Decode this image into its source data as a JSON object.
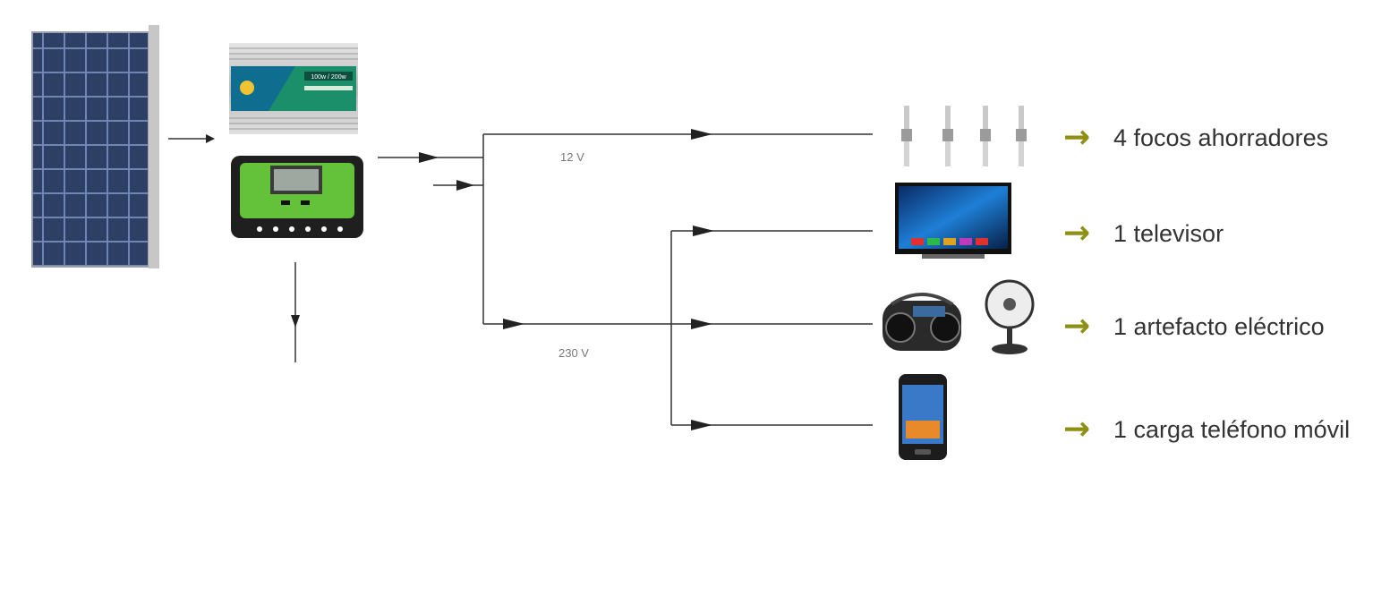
{
  "colors": {
    "arrow_accent": "#8f8f14",
    "wire": "#333333",
    "panel_cell": "#2e3f66",
    "controller_green": "#63c23a",
    "inverter_green": "#1b8f6a"
  },
  "components": {
    "solar_panel": "solar-panel-icon",
    "inverter": "inverter-icon",
    "charge_controller": "charge-controller-icon"
  },
  "voltages": {
    "dc": "12 V",
    "ac": "230 V"
  },
  "inverter_label": "100w / 200w",
  "loads": [
    {
      "icon": "light-bulbs-icon",
      "label": "4 focos ahorradores"
    },
    {
      "icon": "television-icon",
      "label": "1 televisor"
    },
    {
      "icon": "radio-fan-icon",
      "label": "1 artefacto eléctrico"
    },
    {
      "icon": "mobile-phone-icon",
      "label": "1 carga teléfono móvil"
    }
  ]
}
